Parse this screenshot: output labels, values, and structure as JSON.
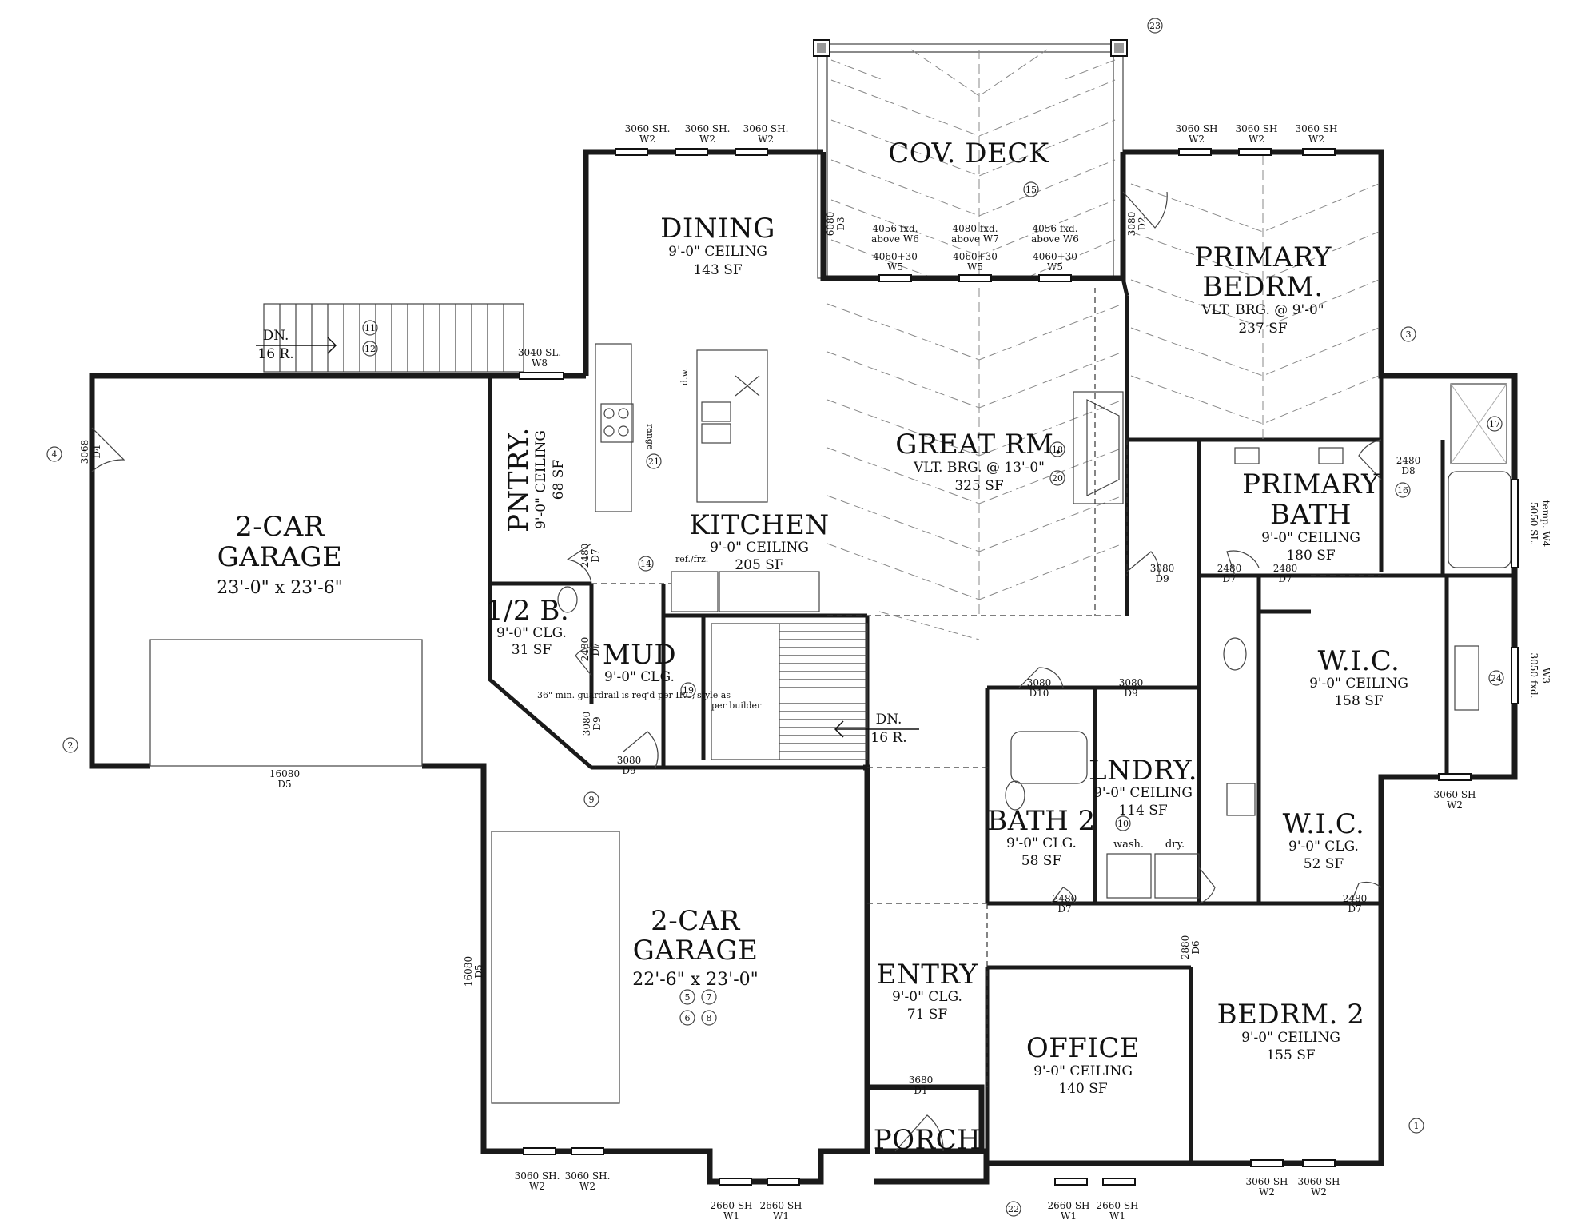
{
  "rooms": {
    "cov_deck": {
      "name": "COV. DECK"
    },
    "dining": {
      "name": "DINING",
      "ceiling": "9'-0\" CEILING",
      "area": "143 SF"
    },
    "primary_bedroom": {
      "name1": "PRIMARY",
      "name2": "BEDRM.",
      "ceiling": "VLT. BRG. @ 9'-0\"",
      "area": "237 SF"
    },
    "great_room": {
      "name": "GREAT RM.",
      "ceiling": "VLT. BRG. @ 13'-0\"",
      "area": "325 SF"
    },
    "kitchen": {
      "name": "KITCHEN",
      "ceiling": "9'-0\" CEILING",
      "area": "205 SF"
    },
    "pantry": {
      "name": "PNTRY.",
      "ceiling": "9'-0\" CEILING",
      "area": "68 SF"
    },
    "garage_left": {
      "name1": "2-CAR",
      "name2": "GARAGE",
      "size": "23'-0\" x 23'-6\""
    },
    "half_bath": {
      "name": "1/2 B.",
      "ceiling": "9'-0\" CLG.",
      "area": "31 SF"
    },
    "mud": {
      "name": "MUD",
      "ceiling": "9'-0\" CLG."
    },
    "primary_bath": {
      "name1": "PRIMARY",
      "name2": "BATH",
      "ceiling": "9'-0\" CEILING",
      "area": "180 SF"
    },
    "wic_primary": {
      "name": "W.I.C.",
      "ceiling": "9'-0\" CEILING",
      "area": "158 SF"
    },
    "laundry": {
      "name": "LNDRY.",
      "ceiling": "9'-0\" CEILING",
      "area": "114 SF"
    },
    "bath2": {
      "name": "BATH 2",
      "ceiling": "9'-0\" CLG.",
      "area": "58 SF"
    },
    "wic_small": {
      "name": "W.I.C.",
      "ceiling": "9'-0\" CLG.",
      "area": "52 SF"
    },
    "garage_right": {
      "name1": "2-CAR",
      "name2": "GARAGE",
      "size": "22'-6\" x 23'-0\""
    },
    "entry": {
      "name": "ENTRY",
      "ceiling": "9'-0\" CLG.",
      "area": "71 SF"
    },
    "office": {
      "name": "OFFICE",
      "ceiling": "9'-0\" CEILING",
      "area": "140 SF"
    },
    "bedroom2": {
      "name": "BEDRM. 2",
      "ceiling": "9'-0\" CEILING",
      "area": "155 SF"
    },
    "porch": {
      "name": "PORCH"
    }
  },
  "windows": {
    "sh3060": "3060 SH.",
    "sh3060b": "3060 SH",
    "w2": "W2",
    "sh2660": "2660 SH",
    "w1": "W1",
    "sl3040": "3040 SL.",
    "w8": "W8",
    "sl5050": "5050 SL.",
    "w4": "temp. W4",
    "fxd3050": "3050 fxd.",
    "w3": "W3",
    "fxd4056": "4056 fxd.",
    "above_w6": "above W6",
    "fxd4080": "4080 fxd.",
    "above_w7": "above W7",
    "w4060": "4060+30",
    "w5": "W5"
  },
  "doors": {
    "d6080": "6080",
    "d3": "D3",
    "d3080": "3080",
    "d2": "D2",
    "d9": "D9",
    "d2480": "2480",
    "d7": "D7",
    "d8": "D8",
    "d3068": "3068",
    "d4": "D4",
    "d16080": "16080",
    "d5": "D5",
    "d10": "D10",
    "d2880": "2880",
    "d6": "D6",
    "d3680": "3680",
    "d1": "D1"
  },
  "stairs": {
    "dn": "DN.",
    "risers": "16 R."
  },
  "fixtures": {
    "dw": "d.w.",
    "range": "range",
    "ref": "ref./frz.",
    "wash": "wash.",
    "dry": "dry."
  },
  "notes": {
    "guardrail1": "36\" min. guardrail is req'd per IRC,",
    "guardrail2": "style as",
    "guardrail3": "per builder"
  },
  "callouts": [
    "1",
    "2",
    "3",
    "4",
    "5",
    "6",
    "7",
    "8",
    "9",
    "10",
    "11",
    "12",
    "14",
    "15",
    "16",
    "17",
    "18",
    "19",
    "20",
    "21",
    "22",
    "23",
    "24"
  ]
}
